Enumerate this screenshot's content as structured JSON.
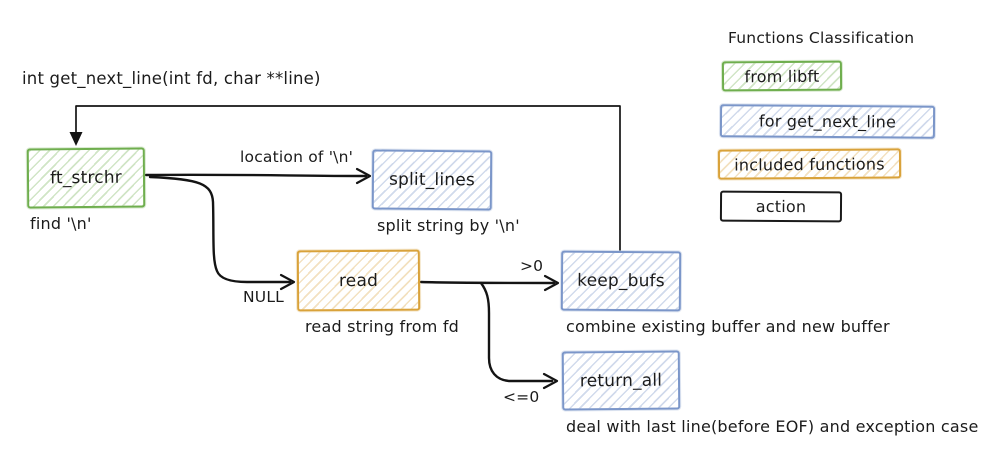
{
  "diagram": {
    "signature": "int get_next_line(int fd, char **line)",
    "nodes": [
      {
        "id": "ft_strchr",
        "label": "ft_strchr",
        "caption": "find '\\n'",
        "category": "from libft"
      },
      {
        "id": "split_lines",
        "label": "split_lines",
        "caption": "split string by '\\n'",
        "category": "for get_next_line"
      },
      {
        "id": "read",
        "label": "read",
        "caption": "read string from fd",
        "category": "included functions"
      },
      {
        "id": "keep_bufs",
        "label": "keep_bufs",
        "caption": "combine existing buffer and new buffer",
        "category": "for get_next_line"
      },
      {
        "id": "return_all",
        "label": "return_all",
        "caption": "deal with last line(before EOF) and exception case",
        "category": "for get_next_line"
      }
    ],
    "edges": [
      {
        "from": "ft_strchr",
        "to": "split_lines",
        "label": "location of '\\n'"
      },
      {
        "from": "ft_strchr",
        "to": "read",
        "label": "NULL"
      },
      {
        "from": "read",
        "to": "keep_bufs",
        "label": ">0"
      },
      {
        "from": "read",
        "to": "return_all",
        "label": "<=0"
      },
      {
        "from": "keep_bufs",
        "to": "ft_strchr",
        "label": ""
      }
    ]
  },
  "legend": {
    "title": "Functions Classification",
    "items": [
      {
        "label": "from libft",
        "color": "#6fae4e"
      },
      {
        "label": "for get_next_line",
        "color": "#7b96c9"
      },
      {
        "label": "included functions",
        "color": "#d9a23a"
      },
      {
        "label": "action",
        "color": "#1a1a1a"
      }
    ]
  },
  "colors": {
    "background": "#ffffff",
    "text": "#1b1b1b",
    "arrow": "#141414",
    "libft_border": "#6fae4e",
    "gnl_border": "#7b96c9",
    "included_border": "#d9a23a",
    "action_border": "#1a1a1a"
  }
}
